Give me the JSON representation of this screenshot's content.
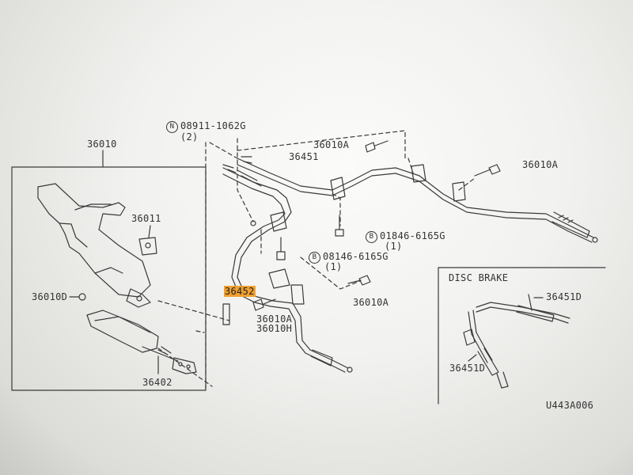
{
  "labels": {
    "p36010": "36010",
    "p36011": "36011",
    "p36010D": "36010D",
    "p36402": "36402",
    "n_marker": "N",
    "n_part": "08911-1062G",
    "n_qty": "(2)",
    "p36010A_top": "36010A",
    "p36451": "36451",
    "p36010A_right": "36010A",
    "b_marker_1": "B",
    "b_part_1": "01846-6165G",
    "b_qty_1": "(1)",
    "b_marker_2": "B",
    "b_part_2": "08146-6165G",
    "b_qty_2": "(1)",
    "p36452": "36452",
    "p36010A_mid": "36010A",
    "p36010H": "36010H",
    "p36010A_lower": "36010A",
    "disc_brake_title": "DISC BRAKE",
    "p36451D_upper": "36451D",
    "p36451D_lower": "36451D",
    "diagram_code": "U443A006"
  },
  "colors": {
    "line": "#3a3a3a",
    "highlight": "#f0a030",
    "background": "#f4f4f2"
  }
}
